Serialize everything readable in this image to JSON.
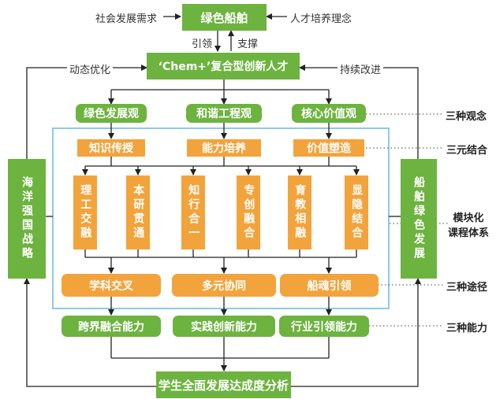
{
  "top": {
    "green_ship": "绿色船舶",
    "social_demand": "社会发展需求",
    "talent_concept": "人才培养理念",
    "guide": "引领",
    "support": "支撑",
    "composite_talent": "‘Chem+’复合型创新人才",
    "dynamic_opt": "动态优化",
    "continuous_improve": "持续改进"
  },
  "concepts": [
    "绿色发展观",
    "和谐工程观",
    "核心价值观"
  ],
  "triad": [
    "知识传授",
    "能力培养",
    "价值塑造"
  ],
  "modules": [
    "理工交融",
    "本研贯通",
    "知行合一",
    "专创融合",
    "育教相融",
    "显隐结合"
  ],
  "paths": [
    "学科交叉",
    "多元协同",
    "船魂引领"
  ],
  "abilities": [
    "跨界融合能力",
    "实践创新能力",
    "行业引领能力"
  ],
  "left_side": "海洋强国战略",
  "right_side": "船舶绿色发展",
  "bottom": "学生全面发展达成度分析",
  "right_labels": {
    "concepts": "三种观念",
    "triad": "三元结合",
    "modules": "模块化\n课程体系",
    "paths": "三种途径",
    "abilities": "三种能力"
  }
}
